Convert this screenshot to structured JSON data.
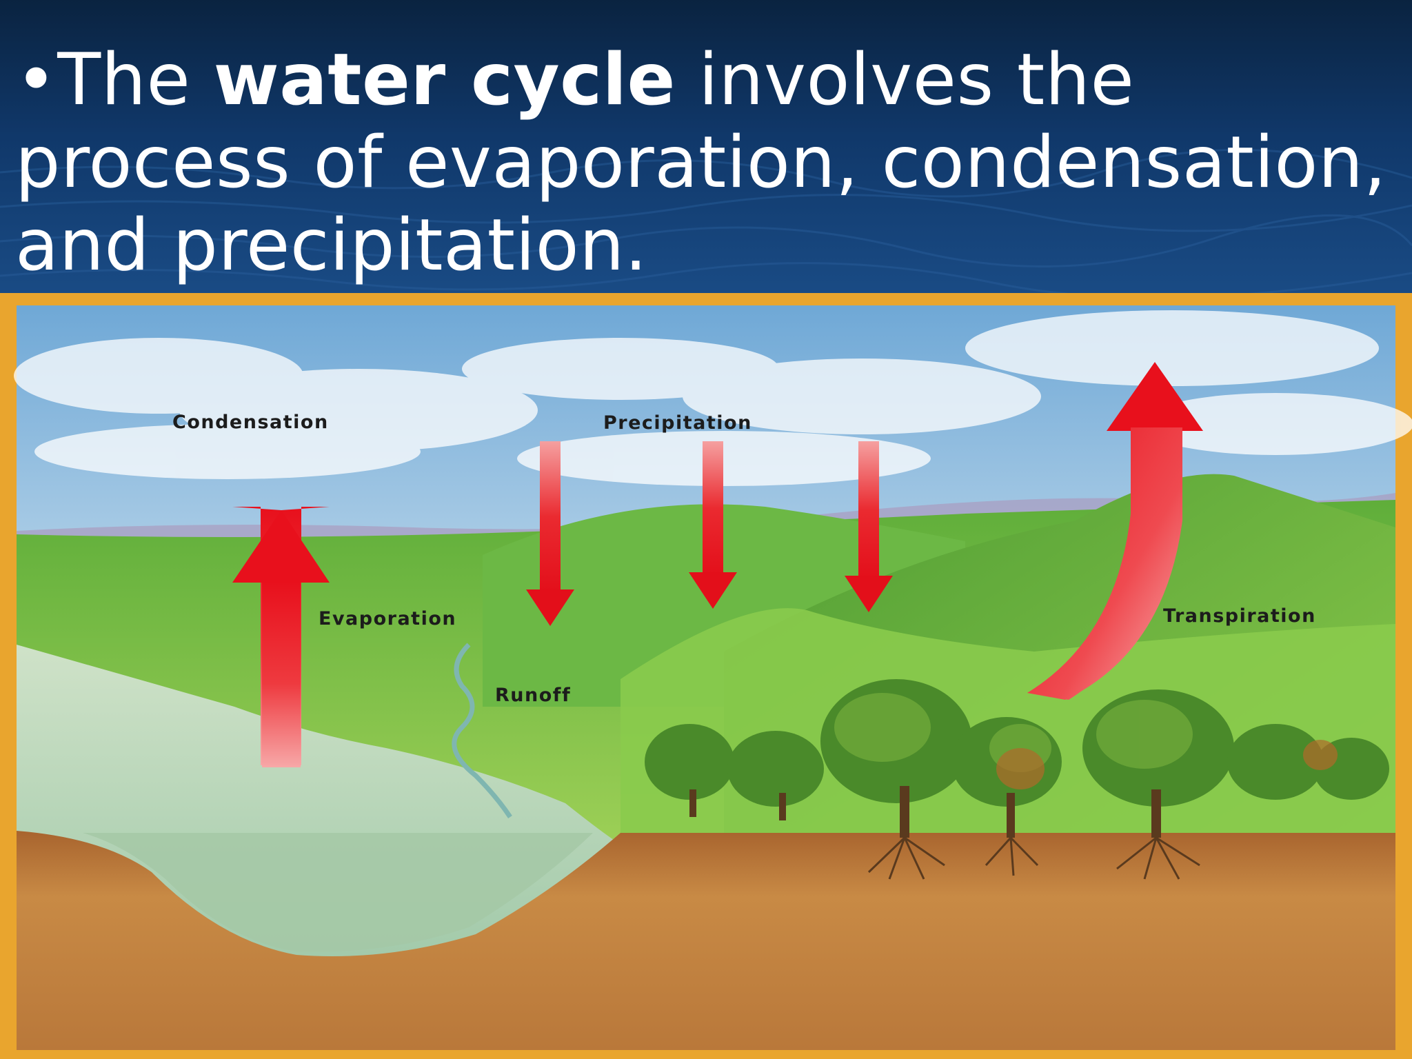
{
  "slide": {
    "bullet": "•",
    "text_before": "The ",
    "text_bold": "water cycle",
    "text_after": " involves the process of evaporation, condensation, and precipitation."
  },
  "diagram": {
    "labels": {
      "condensation": "Condensation",
      "precipitation": "Precipitation",
      "evaporation": "Evaporation",
      "runoff": "Runoff",
      "transpiration": "Transpiration"
    },
    "colors": {
      "arrow": "#e8101c",
      "frame": "#e9a52e",
      "sky": "#8fbfe0",
      "hills": "#7cc23e",
      "soil": "#b9783a",
      "water": "#b8d8c8"
    }
  }
}
